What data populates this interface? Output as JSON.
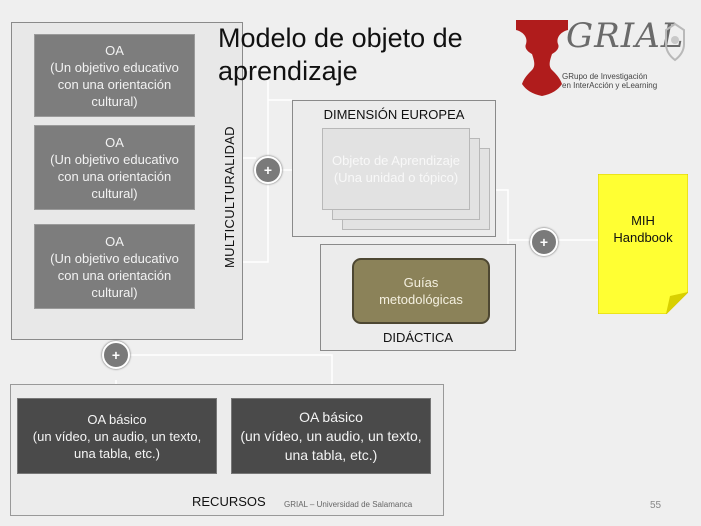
{
  "title": {
    "line1": "Modelo de objeto de",
    "line2": "aprendizaje"
  },
  "logo": {
    "mark": "GRIAL",
    "tagline1": "GRupo de Investigación",
    "tagline2": "en InterAcción y eLearning"
  },
  "multicultural": {
    "label": "MULTICULTURALIDAD",
    "items": [
      {
        "title": "OA",
        "text": "(Un objetivo educativo con una orientación cultural)"
      },
      {
        "title": "OA",
        "text": "(Un objetivo educativo con una orientación cultural)"
      },
      {
        "title": "OA",
        "text": "(Un objetivo educativo con una orientación cultural)"
      }
    ]
  },
  "european": {
    "label": "DIMENSIÓN EUROPEA",
    "object": {
      "title": "Objeto de Aprendizaje",
      "text": "(Una unidad o tópico)"
    }
  },
  "didactics": {
    "label": "DIDÁCTICA",
    "guides": "Guías metodológicas"
  },
  "handbook": {
    "label1": "MIH",
    "label2": "Handbook"
  },
  "resources": {
    "label": "RECURSOS",
    "items": [
      {
        "title": "OA básico",
        "text": "(un vídeo, un audio, un texto, una tabla, etc.)"
      },
      {
        "title": "OA básico",
        "text": "(un vídeo, un audio, un texto, una tabla, etc.)"
      }
    ]
  },
  "plus_symbol": "+",
  "footer": {
    "source": "GRIAL – Universidad de Salamanca",
    "page": "55"
  },
  "colors": {
    "oa_box": "#7d7d7d",
    "basic_box": "#4a4a4a",
    "guides_box": "#8b8259",
    "handbook_note": "#ffff33",
    "accent_red": "#b01c1c"
  }
}
